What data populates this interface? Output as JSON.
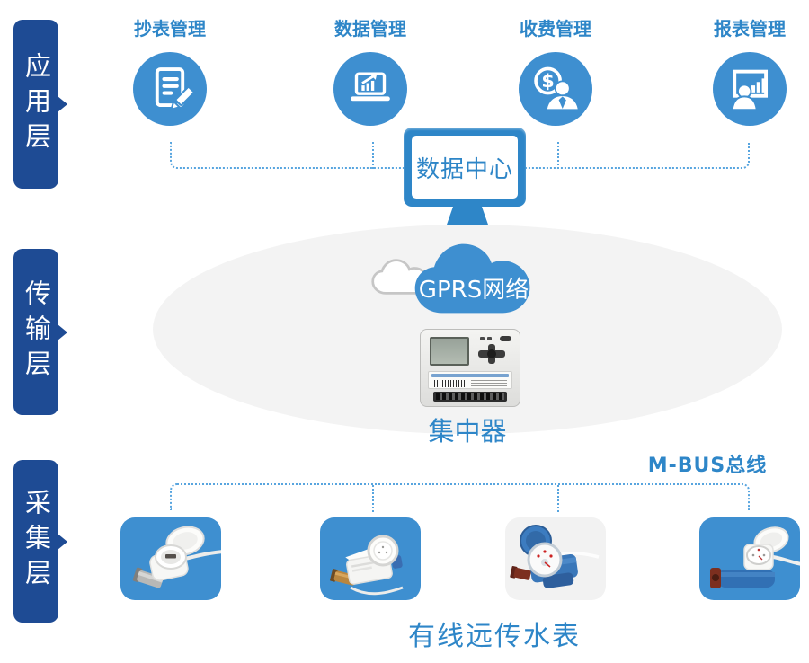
{
  "layers": {
    "application": {
      "label": "应用层"
    },
    "transmission": {
      "label": "传输层"
    },
    "collection": {
      "label": "采集层"
    }
  },
  "application_layer": {
    "modules": [
      {
        "label": "抄表管理",
        "icon": "document-pencil-icon"
      },
      {
        "label": "数据管理",
        "icon": "laptop-chart-icon"
      },
      {
        "label": "收费管理",
        "icon": "dollar-coin-person-icon"
      },
      {
        "label": "报表管理",
        "icon": "presentation-chart-person-icon"
      }
    ],
    "data_center": {
      "label": "数据中心"
    }
  },
  "transmission_layer": {
    "gprs_cloud": {
      "label": "GPRS网络"
    },
    "concentrator": {
      "label": "集中器"
    }
  },
  "collection_layer": {
    "bus": {
      "label": "M-BUS总线"
    },
    "meters_caption": {
      "label": "有线远传水表"
    },
    "meter_photos": [
      {
        "name": "white-meter-open-lid",
        "card": "blue"
      },
      {
        "name": "white-box-meter-brass-fitting",
        "card": "blue"
      },
      {
        "name": "blue-vertical-meter",
        "card": "gray"
      },
      {
        "name": "blue-meter-white-register",
        "card": "blue"
      }
    ]
  },
  "icons": {
    "dollar_sign": "$"
  },
  "colors": {
    "layer_box_navy": "#1E4B94",
    "accent_blue": "#3E8FD0",
    "label_text_blue": "#2E86C8",
    "dotted_line_blue": "#58A5DF",
    "ellipse_gray": "#F3F3F3",
    "meter_card_blue": "#3E8FD0",
    "meter_card_gray": "#F2F2F2"
  }
}
